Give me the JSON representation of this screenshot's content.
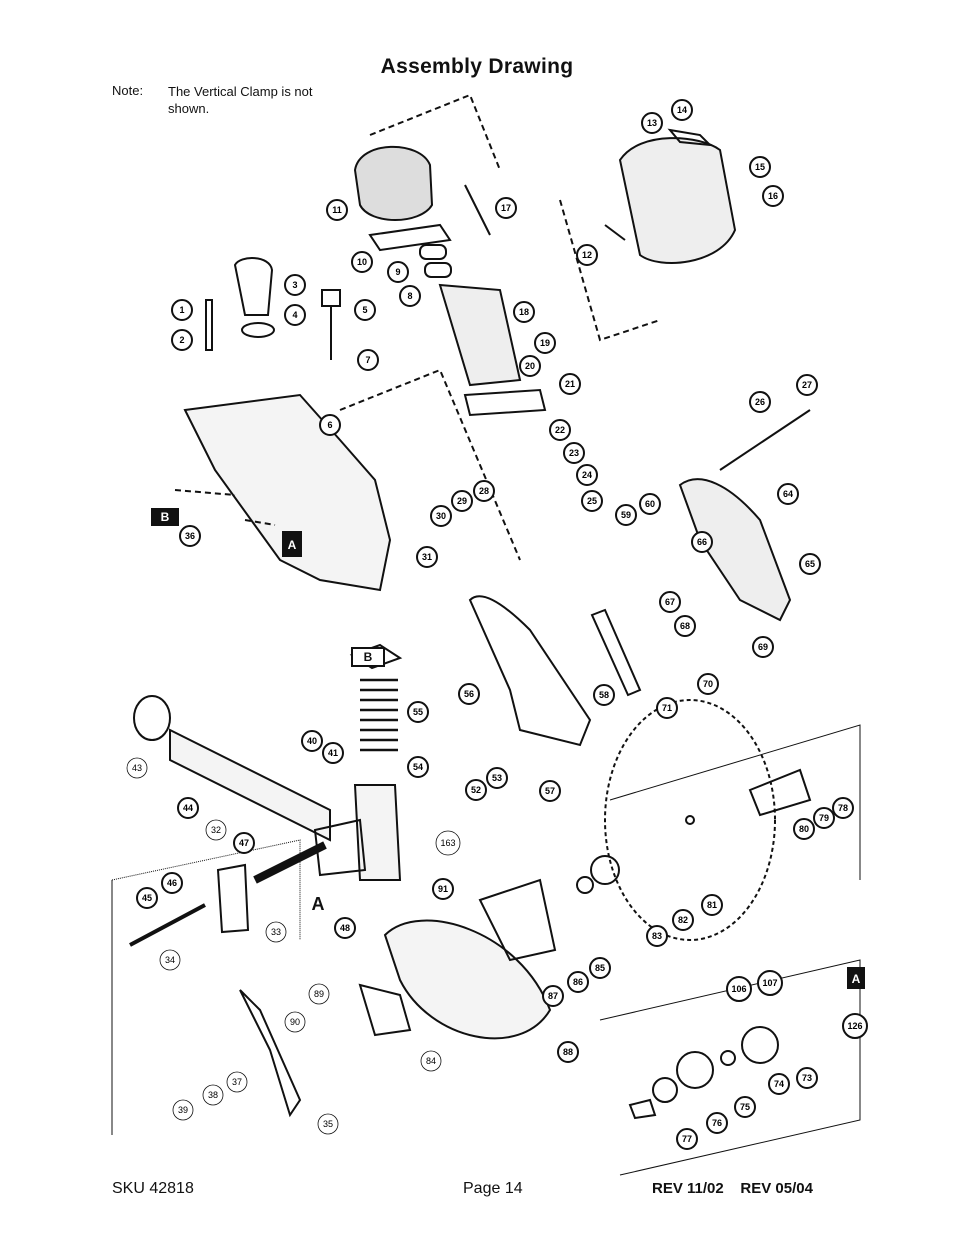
{
  "title": "Assembly Drawing",
  "note": {
    "label": "Note:",
    "text": "The Vertical Clamp is not shown."
  },
  "footer": {
    "sku": "SKU 42818",
    "page": "Page 14",
    "rev1": "REV 11/02",
    "rev2": "REV 05/04"
  },
  "callouts": [
    "1",
    "2",
    "3",
    "4",
    "5",
    "6",
    "7",
    "8",
    "9",
    "10",
    "11",
    "12",
    "13",
    "14",
    "15",
    "16",
    "17",
    "18",
    "19",
    "20",
    "21",
    "22",
    "23",
    "24",
    "25",
    "26",
    "27",
    "28",
    "29",
    "30",
    "31",
    "32",
    "33",
    "34",
    "35",
    "36",
    "37",
    "38",
    "39",
    "40",
    "41",
    "43",
    "44",
    "45",
    "46",
    "47",
    "48",
    "52",
    "53",
    "54",
    "55",
    "56",
    "57",
    "58",
    "59",
    "60",
    "64",
    "65",
    "66",
    "67",
    "68",
    "69",
    "70",
    "71",
    "73",
    "74",
    "75",
    "76",
    "77",
    "78",
    "79",
    "80",
    "81",
    "82",
    "83",
    "84",
    "85",
    "86",
    "87",
    "88",
    "89",
    "90",
    "91",
    "106",
    "107",
    "126",
    "163"
  ],
  "markers": {
    "a": "A",
    "b": "B"
  }
}
